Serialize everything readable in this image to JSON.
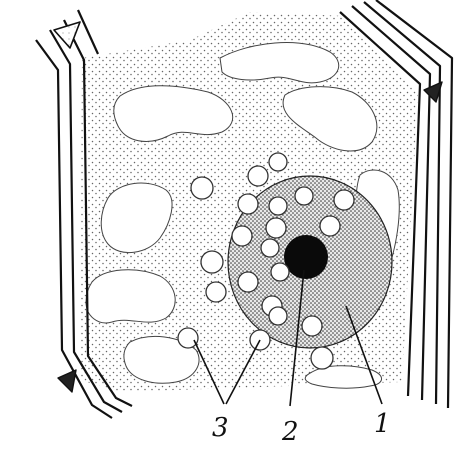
{
  "colors": {
    "ink": "#111111",
    "stipple": "#6f6f6f",
    "stipple_dense": "#3a3a3a",
    "paper": "#ffffff",
    "nucleolus": "#0a0a0a"
  },
  "labels": [
    {
      "id": "label-3",
      "text": "3"
    },
    {
      "id": "label-2",
      "text": "2"
    },
    {
      "id": "label-1",
      "text": "1"
    }
  ]
}
